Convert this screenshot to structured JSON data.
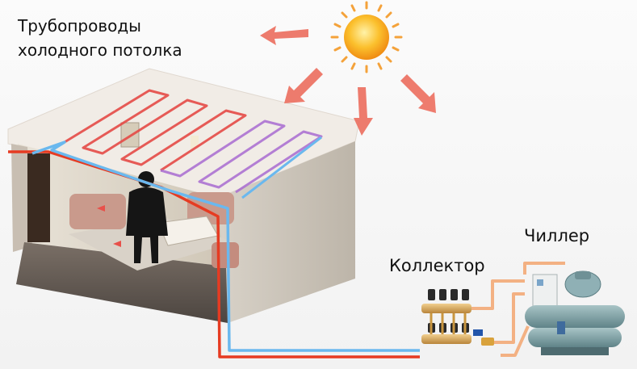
{
  "labels": {
    "ceiling_pipes_line1": "Трубопроводы",
    "ceiling_pipes_line2": "холодного потолка",
    "chiller": "Чиллер",
    "collector": "Коллектор"
  },
  "colors": {
    "supply_pipe": "#e63b22",
    "return_pipe": "#6ab8ee",
    "sun_core": "#f7b81c",
    "sun_rays": "#f4a23a",
    "heat_arrows": "#ec6e5e",
    "chiller_body": "#7fa3a8",
    "copper_pipe": "#f3b183"
  },
  "icons": [
    "sun-icon",
    "heat-arrow-icon",
    "collector-manifold-icon",
    "chiller-unit-icon",
    "person-silhouette-icon"
  ]
}
